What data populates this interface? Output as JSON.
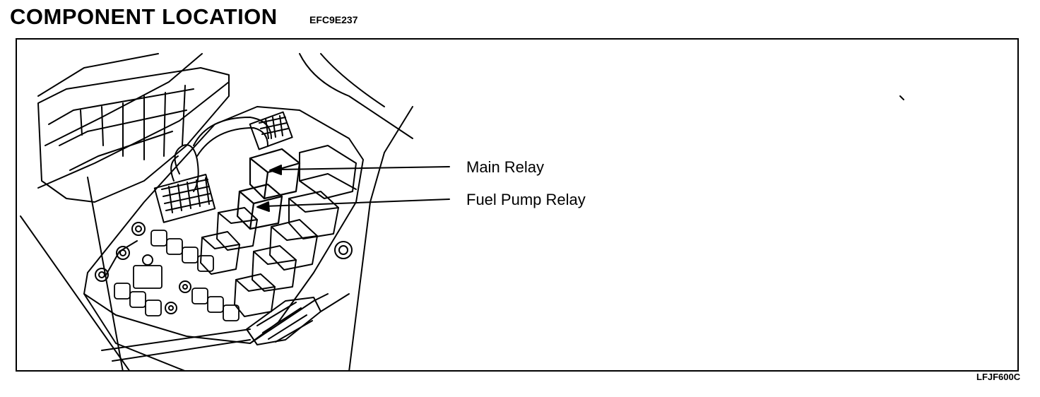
{
  "header": {
    "title": "COMPONENT LOCATION",
    "code": "EFC9E237"
  },
  "callouts": {
    "main_relay": "Main Relay",
    "fuel_pump_relay": "Fuel Pump Relay"
  },
  "footer": {
    "figure_id": "LFJF600C"
  }
}
